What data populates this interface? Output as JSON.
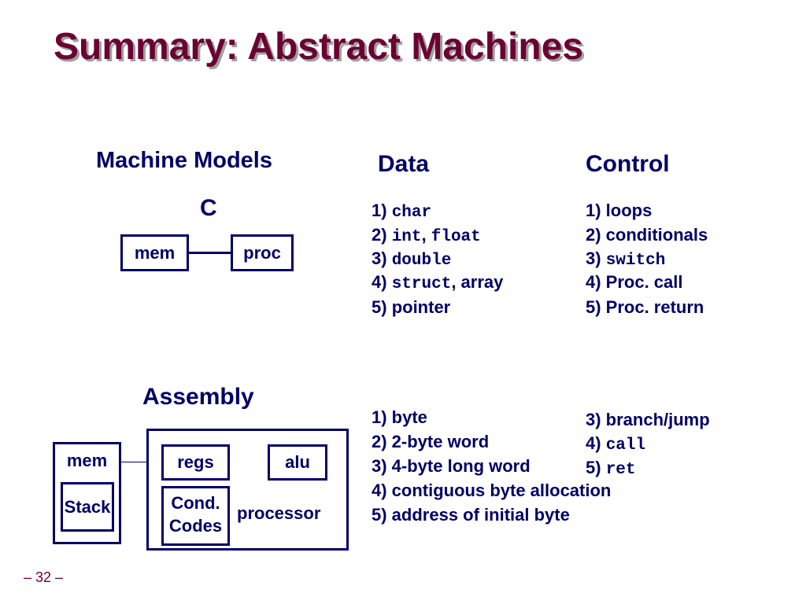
{
  "title": "Summary: Abstract Machines",
  "headers": {
    "models": "Machine Models",
    "data": "Data",
    "control": "Control"
  },
  "c_model": {
    "label": "C",
    "mem": "mem",
    "proc": "proc"
  },
  "asm_model": {
    "label": "Assembly",
    "mem": "mem",
    "stack": "Stack",
    "regs": "regs",
    "alu": "alu",
    "cond_line1": "Cond.",
    "cond_line2": "Codes",
    "processor": "processor"
  },
  "c_data": [
    {
      "num": "1) ",
      "code": "char"
    },
    {
      "num": "2) ",
      "code": "int",
      "sep": ", ",
      "code2": "float"
    },
    {
      "num": "3) ",
      "code": "double"
    },
    {
      "num": "4) ",
      "code": "struct",
      "tail": ", array"
    },
    {
      "num": "5) ",
      "text": "pointer"
    }
  ],
  "c_control": [
    {
      "text": "1) loops"
    },
    {
      "text": "2) conditionals"
    },
    {
      "num": "3) ",
      "code": "switch"
    },
    {
      "text": "4) Proc. call"
    },
    {
      "text": "5) Proc. return"
    }
  ],
  "asm_data": [
    "1) byte",
    "2) 2-byte word",
    "3) 4-byte long word",
    "4) contiguous byte allocation",
    "5) address of initial byte"
  ],
  "asm_control": [
    {
      "text": "3) branch/jump"
    },
    {
      "num": "4) ",
      "code": "call"
    },
    {
      "num": "5) ",
      "code": "ret"
    }
  ],
  "page_number": "– 32 –"
}
